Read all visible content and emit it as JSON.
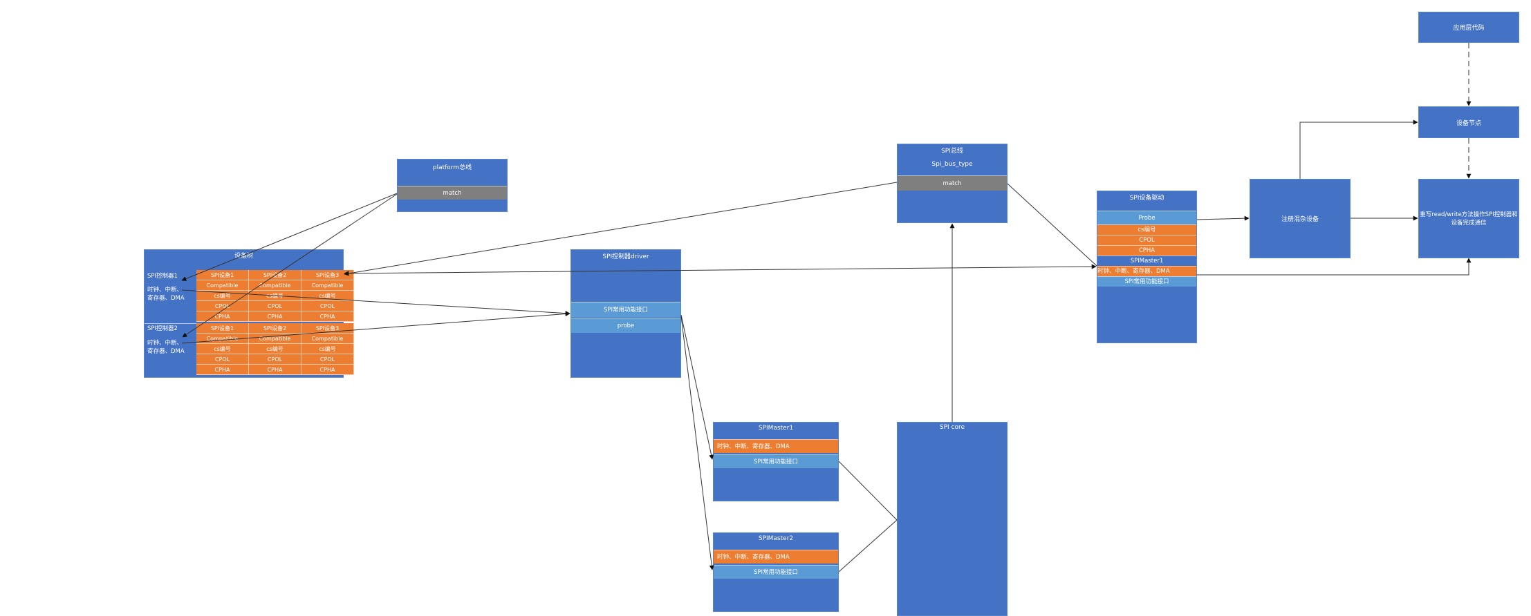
{
  "platform_bus": {
    "title": "platform总线",
    "match": "match"
  },
  "device_tree": {
    "title": "设备树",
    "controllers": [
      {
        "name": "SPI控制器1",
        "resources": "时钟、中断、\n寄存器、DMA"
      },
      {
        "name": "SPI控制器2",
        "resources": "时钟、中断、\n寄存器、DMA"
      }
    ],
    "grid1": [
      [
        "SPI设备1",
        "SPI设备2",
        "SPI设备3"
      ],
      [
        "Compatible",
        "Compatible",
        "Compatible"
      ],
      [
        "cs编号",
        "cs编号",
        "cs编号"
      ],
      [
        "CPOL",
        "CPOL",
        "CPOL"
      ],
      [
        "CPHA",
        "CPHA",
        "CPHA"
      ]
    ],
    "grid2": [
      [
        "SPI设备1",
        "SPI设备2",
        "SPI设备3"
      ],
      [
        "Compatible",
        "Compatible",
        "Compatible"
      ],
      [
        "cs编号",
        "cs编号",
        "cs编号"
      ],
      [
        "CPOL",
        "CPOL",
        "CPOL"
      ],
      [
        "CPHA",
        "CPHA",
        "CPHA"
      ]
    ]
  },
  "spi_ctrl_driver": {
    "title": "SPI控制器driver",
    "iface": "SPI常用功能接口",
    "probe": "probe"
  },
  "spi_master1": {
    "title": "SPIMaster1",
    "resources": "时钟、中断、寄存器、DMA",
    "iface": "SPI常用功能接口"
  },
  "spi_master2": {
    "title": "SPIMaster2",
    "resources": "时钟、中断、寄存器、DMA",
    "iface": "SPI常用功能接口"
  },
  "spi_bus": {
    "title": "SPI总线",
    "subtitle": "Spi_bus_type",
    "match": "match"
  },
  "spi_core": {
    "title": "SPI core"
  },
  "spi_dev_driver": {
    "title": "SPI设备驱动",
    "probe": "Probe",
    "cs": "cs编号",
    "cpol": "CPOL",
    "cpha": "CPHA",
    "master": "SPIMaster1",
    "resources": "时钟、中断、寄存器、DMA",
    "iface": "SPI常用功能接口"
  },
  "register_misc": {
    "label": "注册混杂设备"
  },
  "app_code": {
    "label": "应用层代码"
  },
  "dev_node": {
    "label": "设备节点"
  },
  "rw_ops": {
    "label": "重写read/write方法操作SPI控制器和\n设备完成通信"
  },
  "colors": {
    "box_blue": "#4472c4",
    "light_blue": "#5b9bd5",
    "orange": "#ed7d31",
    "gray": "#7f7f7f"
  }
}
